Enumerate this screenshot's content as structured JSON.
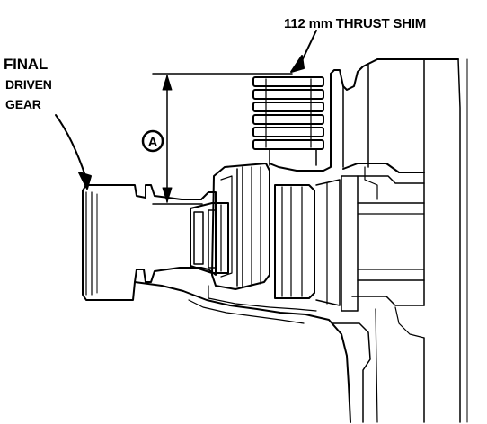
{
  "labels": {
    "shim_label": "112 mm THRUST SHIM",
    "gear_label_line1": "FINAL",
    "gear_label_line2": "DRIVEN",
    "gear_label_line3": "GEAR",
    "dimension_marker": "A"
  },
  "colors": {
    "ink": "#000000",
    "paper": "#ffffff"
  }
}
